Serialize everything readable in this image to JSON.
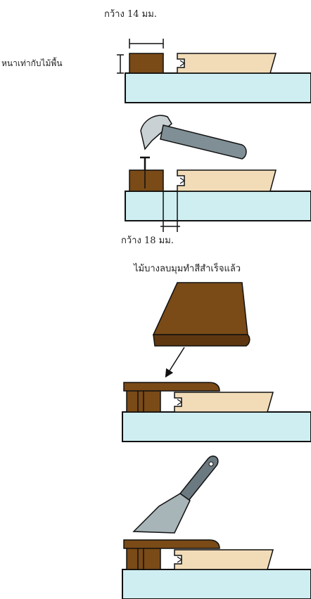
{
  "labels": {
    "width_top": "กว้าง 14 มม.",
    "thickness": "หนาเท่ากับไม้พื้น",
    "width_gap": "กว้าง 18 มม.",
    "finished_strip": "ไม้บางลบมุมทำสีสำเร็จแล้ว"
  },
  "colors": {
    "wood_dark": "#7a4a17",
    "wood_light": "#f2dcb8",
    "subfloor": "#cfeef2",
    "outline": "#111111",
    "hammer_metal": "#8c9aa0",
    "handle": "#6b7a80"
  }
}
